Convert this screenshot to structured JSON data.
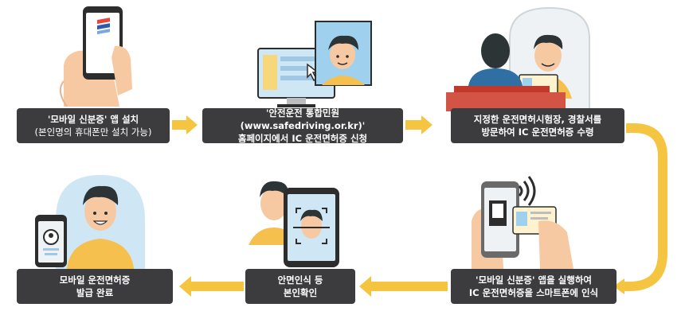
{
  "steps": [
    {
      "line1": "'모바일 신분증' 앱 설치",
      "line2": "(본인명의 휴대폰만 설치 가능)"
    },
    {
      "line1": "'안전운전 통합민원 (www.safedriving.or.kr)'",
      "line2": "홈페이지에서 IC 운전면허증 신청"
    },
    {
      "line1": "지정한 운전면허시험장, 경찰서를",
      "line2": "방문하여 IC 운전면허증 수령"
    },
    {
      "line1": "'모바일 신분증' 앱을 실행하여",
      "line2": "IC 운전면허증을 스마트폰에 인식"
    },
    {
      "line1": "안면인식 등",
      "line2": "본인확인"
    },
    {
      "line1": "모바일 운전면허증",
      "line2": "발급 완료"
    }
  ],
  "colors": {
    "box": "#3c3c3e",
    "arrow": "#f5c542",
    "skin": "#f7c9a3",
    "hair": "#2d3436",
    "accent": "#f6c04e",
    "blue": "#cfe6f5"
  }
}
